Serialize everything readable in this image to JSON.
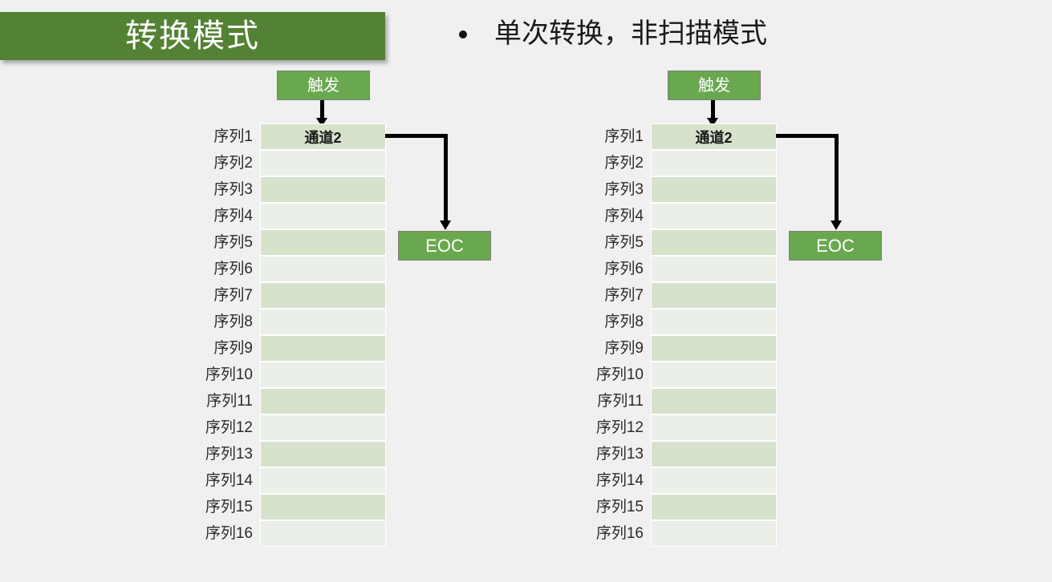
{
  "slide": {
    "background_color": "#f0f0f0",
    "title": {
      "text": "转换模式",
      "fill_color": "#548235",
      "text_color": "#ffffff"
    },
    "bullet": {
      "marker": "bullet-dot",
      "text": "单次转换，非扫描模式"
    }
  },
  "diagrams": [
    {
      "id": "left",
      "trigger": {
        "label": "触发",
        "fill_color": "#6aa84f",
        "text_color": "#ffffff"
      },
      "eoc": {
        "label": "EOC",
        "fill_color": "#6aa84f",
        "text_color": "#ffffff"
      },
      "table": {
        "header_cell": "通道2",
        "row_colors": {
          "odd": "#d7e2cc",
          "even": "#eaefe7"
        },
        "rows": [
          {
            "label": "序列1",
            "cell": "通道2"
          },
          {
            "label": "序列2",
            "cell": ""
          },
          {
            "label": "序列3",
            "cell": ""
          },
          {
            "label": "序列4",
            "cell": ""
          },
          {
            "label": "序列5",
            "cell": ""
          },
          {
            "label": "序列6",
            "cell": ""
          },
          {
            "label": "序列7",
            "cell": ""
          },
          {
            "label": "序列8",
            "cell": ""
          },
          {
            "label": "序列9",
            "cell": ""
          },
          {
            "label": "序列10",
            "cell": ""
          },
          {
            "label": "序列11",
            "cell": ""
          },
          {
            "label": "序列12",
            "cell": ""
          },
          {
            "label": "序列13",
            "cell": ""
          },
          {
            "label": "序列14",
            "cell": ""
          },
          {
            "label": "序列15",
            "cell": ""
          },
          {
            "label": "序列16",
            "cell": ""
          }
        ]
      }
    },
    {
      "id": "right",
      "trigger": {
        "label": "触发",
        "fill_color": "#6aa84f",
        "text_color": "#ffffff"
      },
      "eoc": {
        "label": "EOC",
        "fill_color": "#6aa84f",
        "text_color": "#ffffff"
      },
      "table": {
        "header_cell": "通道2",
        "row_colors": {
          "odd": "#d7e2cc",
          "even": "#eaefe7"
        },
        "rows": [
          {
            "label": "序列1",
            "cell": "通道2"
          },
          {
            "label": "序列2",
            "cell": ""
          },
          {
            "label": "序列3",
            "cell": ""
          },
          {
            "label": "序列4",
            "cell": ""
          },
          {
            "label": "序列5",
            "cell": ""
          },
          {
            "label": "序列6",
            "cell": ""
          },
          {
            "label": "序列7",
            "cell": ""
          },
          {
            "label": "序列8",
            "cell": ""
          },
          {
            "label": "序列9",
            "cell": ""
          },
          {
            "label": "序列10",
            "cell": ""
          },
          {
            "label": "序列11",
            "cell": ""
          },
          {
            "label": "序列12",
            "cell": ""
          },
          {
            "label": "序列13",
            "cell": ""
          },
          {
            "label": "序列14",
            "cell": ""
          },
          {
            "label": "序列15",
            "cell": ""
          },
          {
            "label": "序列16",
            "cell": ""
          }
        ]
      }
    }
  ]
}
